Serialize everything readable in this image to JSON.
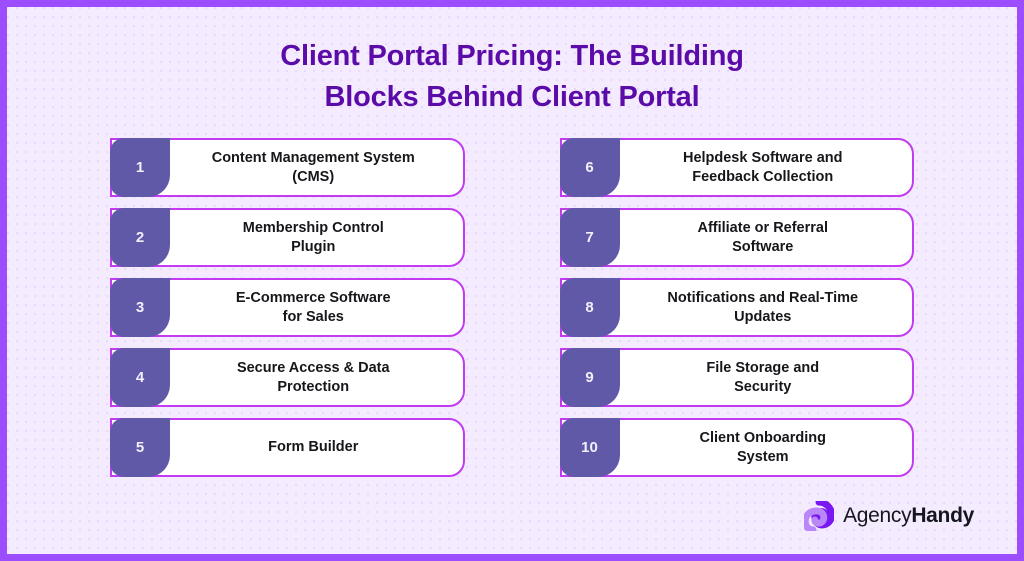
{
  "page": {
    "title": "Client Portal Pricing: The Building\nBlocks Behind Client Portal",
    "background_color": "#F4ECFE",
    "frame_color": "#9B4DFF",
    "title_color": "#5B0BA8",
    "card_border_color": "#C23BF0",
    "badge_color": "#6059A8"
  },
  "columns": {
    "left": [
      {
        "number": "1",
        "label": "Content Management System\n(CMS)"
      },
      {
        "number": "2",
        "label": "Membership Control\nPlugin"
      },
      {
        "number": "3",
        "label": "E-Commerce Software\nfor Sales"
      },
      {
        "number": "4",
        "label": "Secure Access & Data\nProtection"
      },
      {
        "number": "5",
        "label": "Form Builder"
      }
    ],
    "right": [
      {
        "number": "6",
        "label": "Helpdesk Software and\nFeedback Collection"
      },
      {
        "number": "7",
        "label": "Affiliate or Referral\nSoftware"
      },
      {
        "number": "8",
        "label": "Notifications and Real-Time\nUpdates"
      },
      {
        "number": "9",
        "label": "File Storage and\nSecurity"
      },
      {
        "number": "10",
        "label": "Client Onboarding\nSystem"
      }
    ]
  },
  "footer": {
    "logo": {
      "icon": "agencyhandy-pinwheel-icon",
      "text_light": "Agency",
      "text_bold": "Handy",
      "color_dark": "#7A18F2",
      "color_light": "#B987F7"
    }
  }
}
